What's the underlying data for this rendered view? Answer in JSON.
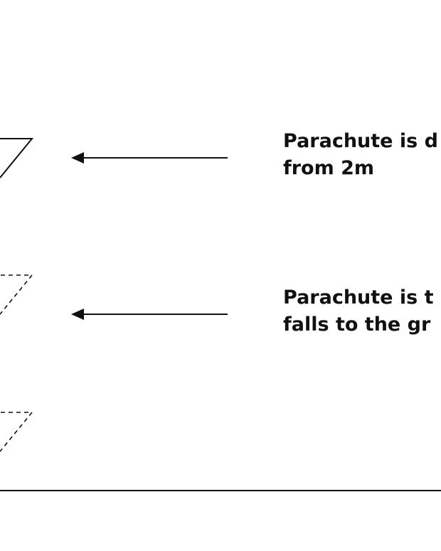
{
  "annotations": [
    {
      "line1": "Parachute is d",
      "line2": "from 2m"
    },
    {
      "line1": "Parachute is t",
      "line2": "falls to the gr"
    }
  ],
  "colors": {
    "stroke": "#111111",
    "background": "#ffffff"
  }
}
